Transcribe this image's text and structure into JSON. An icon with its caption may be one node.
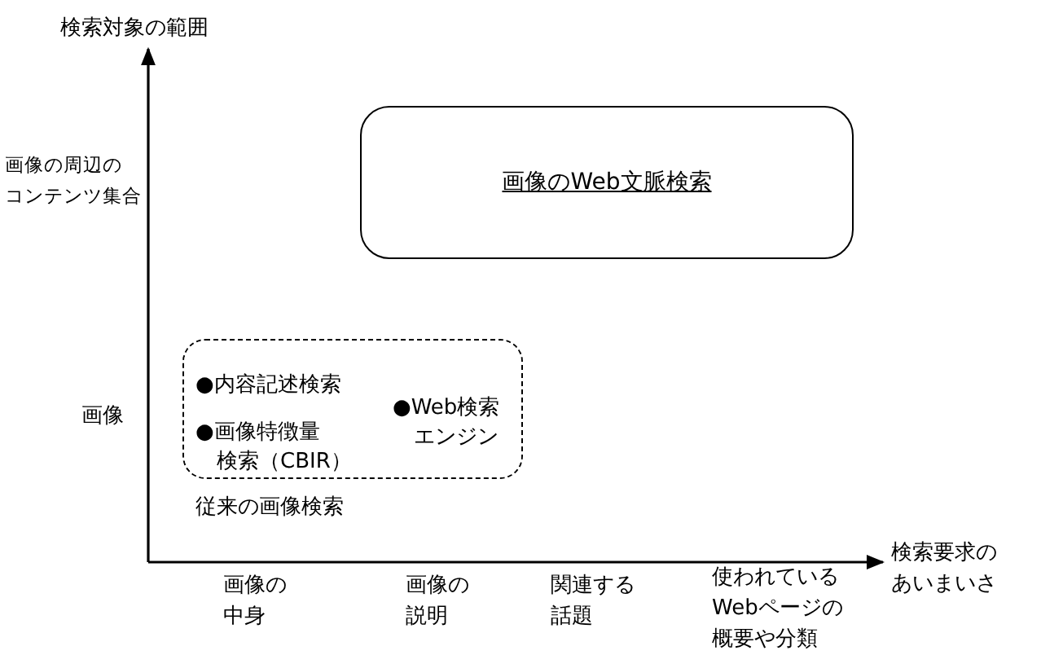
{
  "diagram": {
    "nodes": [
      {
        "text": [
          "画像のWeb文脈検索"
        ]
      },
      {
        "text": [
          "●内容記述検索",
          "●画像特徴量検索（CBIR）",
          "●Web検索エンジン"
        ],
        "beside": [
          "従来の画像検索"
        ]
      }
    ],
    "edges": [],
    "labels": [
      "検索対象の範囲",
      "画像の周辺のコンテンツ集合",
      "画像",
      "検索要求のあいまいさ",
      "画像の中身",
      "画像の説明",
      "関連する話題",
      "使われているWebページの概要や分類"
    ]
  }
}
